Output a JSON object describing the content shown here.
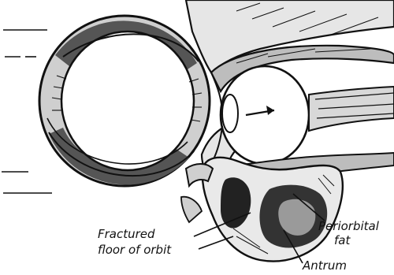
{
  "labels": {
    "fractured_line1": "Fractured",
    "fractured_line2": "floor of orbit",
    "periorbital_line1": "Periorbital",
    "periorbital_line2": "fat",
    "antrum": "Antrum"
  },
  "colors": {
    "ink": "#111111",
    "paper": "#ffffff"
  }
}
